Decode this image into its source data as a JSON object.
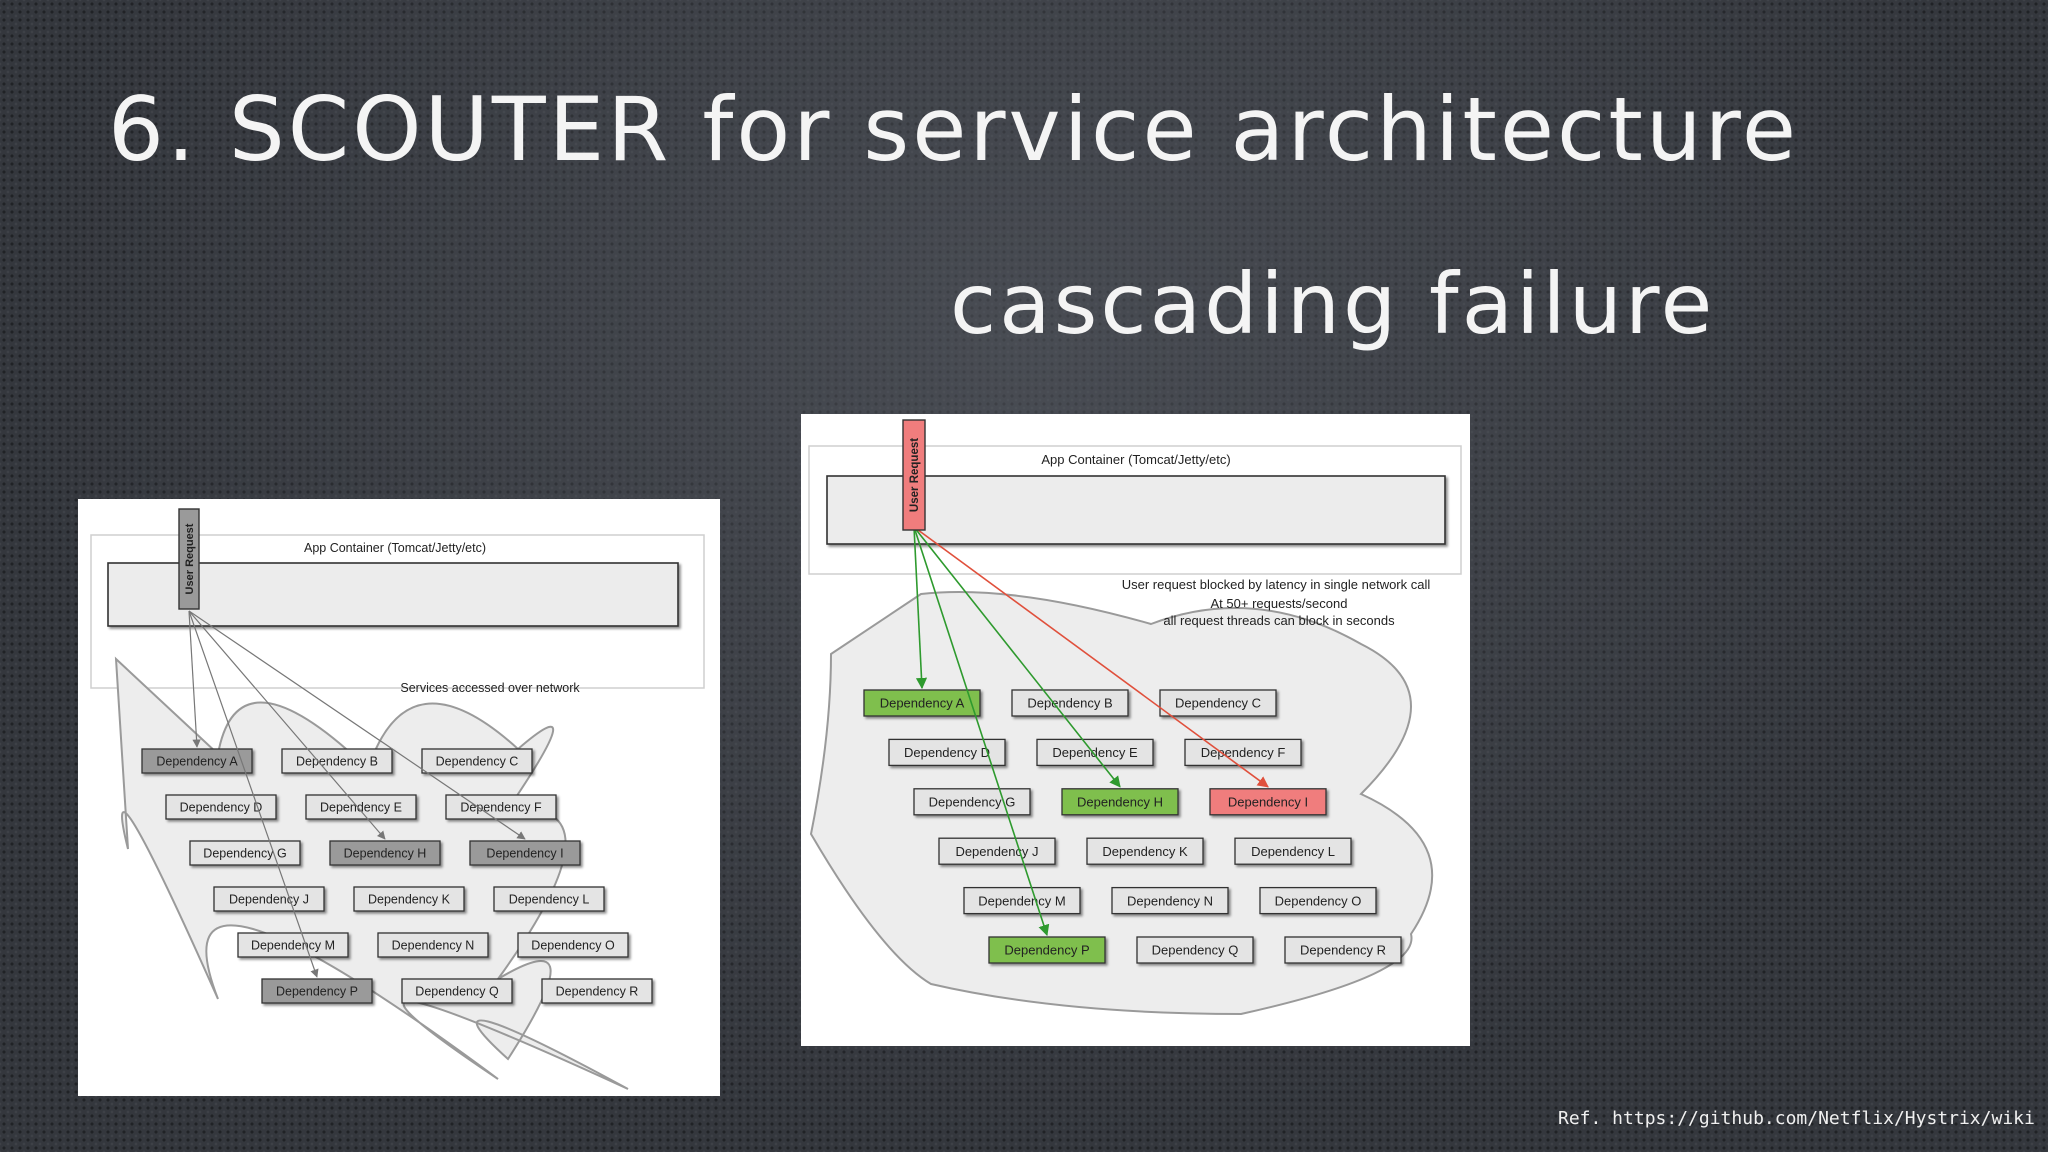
{
  "slide": {
    "title": "6. SCOUTER for service architecture",
    "subtitle": "cascading failure",
    "reference": "Ref. https://github.com/Netflix/Hystrix/wiki"
  },
  "diagrams": [
    {
      "id": "normal",
      "container_label": "App Container (Tomcat/Jetty/etc)",
      "user_request_label": "User Request",
      "notes": [
        "Services accessed over network"
      ],
      "dependencies": [
        {
          "label": "Dependency A",
          "state": "accessed"
        },
        {
          "label": "Dependency B",
          "state": "idle"
        },
        {
          "label": "Dependency C",
          "state": "idle"
        },
        {
          "label": "Dependency D",
          "state": "idle"
        },
        {
          "label": "Dependency E",
          "state": "idle"
        },
        {
          "label": "Dependency F",
          "state": "idle"
        },
        {
          "label": "Dependency G",
          "state": "idle"
        },
        {
          "label": "Dependency H",
          "state": "accessed"
        },
        {
          "label": "Dependency I",
          "state": "accessed"
        },
        {
          "label": "Dependency J",
          "state": "idle"
        },
        {
          "label": "Dependency K",
          "state": "idle"
        },
        {
          "label": "Dependency L",
          "state": "idle"
        },
        {
          "label": "Dependency M",
          "state": "idle"
        },
        {
          "label": "Dependency N",
          "state": "idle"
        },
        {
          "label": "Dependency O",
          "state": "idle"
        },
        {
          "label": "Dependency P",
          "state": "accessed"
        },
        {
          "label": "Dependency Q",
          "state": "idle"
        },
        {
          "label": "Dependency R",
          "state": "idle"
        }
      ],
      "request_targets": [
        "Dependency A",
        "Dependency H",
        "Dependency I",
        "Dependency P"
      ]
    },
    {
      "id": "failure",
      "container_label": "App Container (Tomcat/Jetty/etc)",
      "user_request_label": "User Request",
      "notes": [
        "User request blocked by latency in single network call",
        "At 50+ requests/second",
        "all request threads can block in seconds"
      ],
      "dependencies": [
        {
          "label": "Dependency A",
          "state": "healthy"
        },
        {
          "label": "Dependency B",
          "state": "idle"
        },
        {
          "label": "Dependency C",
          "state": "idle"
        },
        {
          "label": "Dependency D",
          "state": "idle"
        },
        {
          "label": "Dependency E",
          "state": "idle"
        },
        {
          "label": "Dependency F",
          "state": "idle"
        },
        {
          "label": "Dependency G",
          "state": "idle"
        },
        {
          "label": "Dependency H",
          "state": "healthy"
        },
        {
          "label": "Dependency I",
          "state": "failing"
        },
        {
          "label": "Dependency J",
          "state": "idle"
        },
        {
          "label": "Dependency K",
          "state": "idle"
        },
        {
          "label": "Dependency L",
          "state": "idle"
        },
        {
          "label": "Dependency M",
          "state": "idle"
        },
        {
          "label": "Dependency N",
          "state": "idle"
        },
        {
          "label": "Dependency O",
          "state": "idle"
        },
        {
          "label": "Dependency P",
          "state": "healthy"
        },
        {
          "label": "Dependency Q",
          "state": "idle"
        },
        {
          "label": "Dependency R",
          "state": "idle"
        }
      ],
      "request_targets": [
        "Dependency A",
        "Dependency H",
        "Dependency I",
        "Dependency P"
      ]
    }
  ],
  "colors": {
    "slide_text": "#f4f4f4",
    "idle_fill": "#e4e4e4",
    "accessed_fill": "#9a9a9a",
    "healthy_fill": "#7fbf4d",
    "failing_fill": "#f07d7d",
    "healthy_line": "#2e9a2e",
    "failing_line": "#e0503c",
    "neutral_line": "#777777",
    "user_request_normal": "#9a9a9a",
    "user_request_failure": "#f07d7d"
  }
}
